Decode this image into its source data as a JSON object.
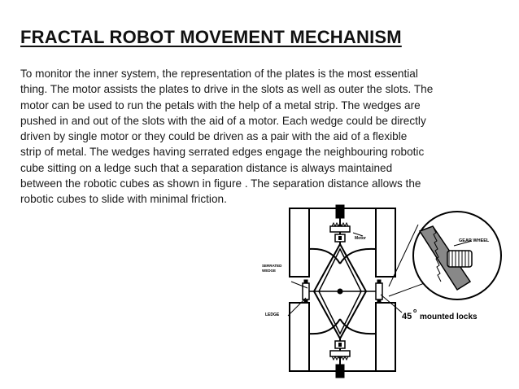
{
  "slide": {
    "title": "FRACTAL ROBOT MOVEMENT MECHANISM",
    "paragraph_lines": [
      "To monitor the inner system, the representation of the plates is the most essential",
      "thing. The motor assists the plates to drive in the slots as well as outer the slots. The",
      "motor can be used to run the petals with the help of a metal strip. The wedges are",
      "pushed in and out of the slots with the aid of a motor. Each wedge could be directly",
      "driven by single motor or they could be driven as a pair with the aid of a flexible",
      "strip of metal. The wedges having serrated edges engage the neighbouring robotic",
      "cube sitting on a ledge such that a separation distance is always maintained",
      "between the robotic cubes as shown in figure . The separation distance allows the",
      "robotic cubes to slide with minimal friction."
    ]
  },
  "figure": {
    "labels": {
      "gear_wheel": "GEAR WHEEL",
      "angle": "45",
      "degree": "o",
      "mounted_locks": "mounted locks",
      "motor": "Motor",
      "serrated_wedge": "SERRATED\nWEDGE",
      "ledge": "LEDGE"
    }
  }
}
